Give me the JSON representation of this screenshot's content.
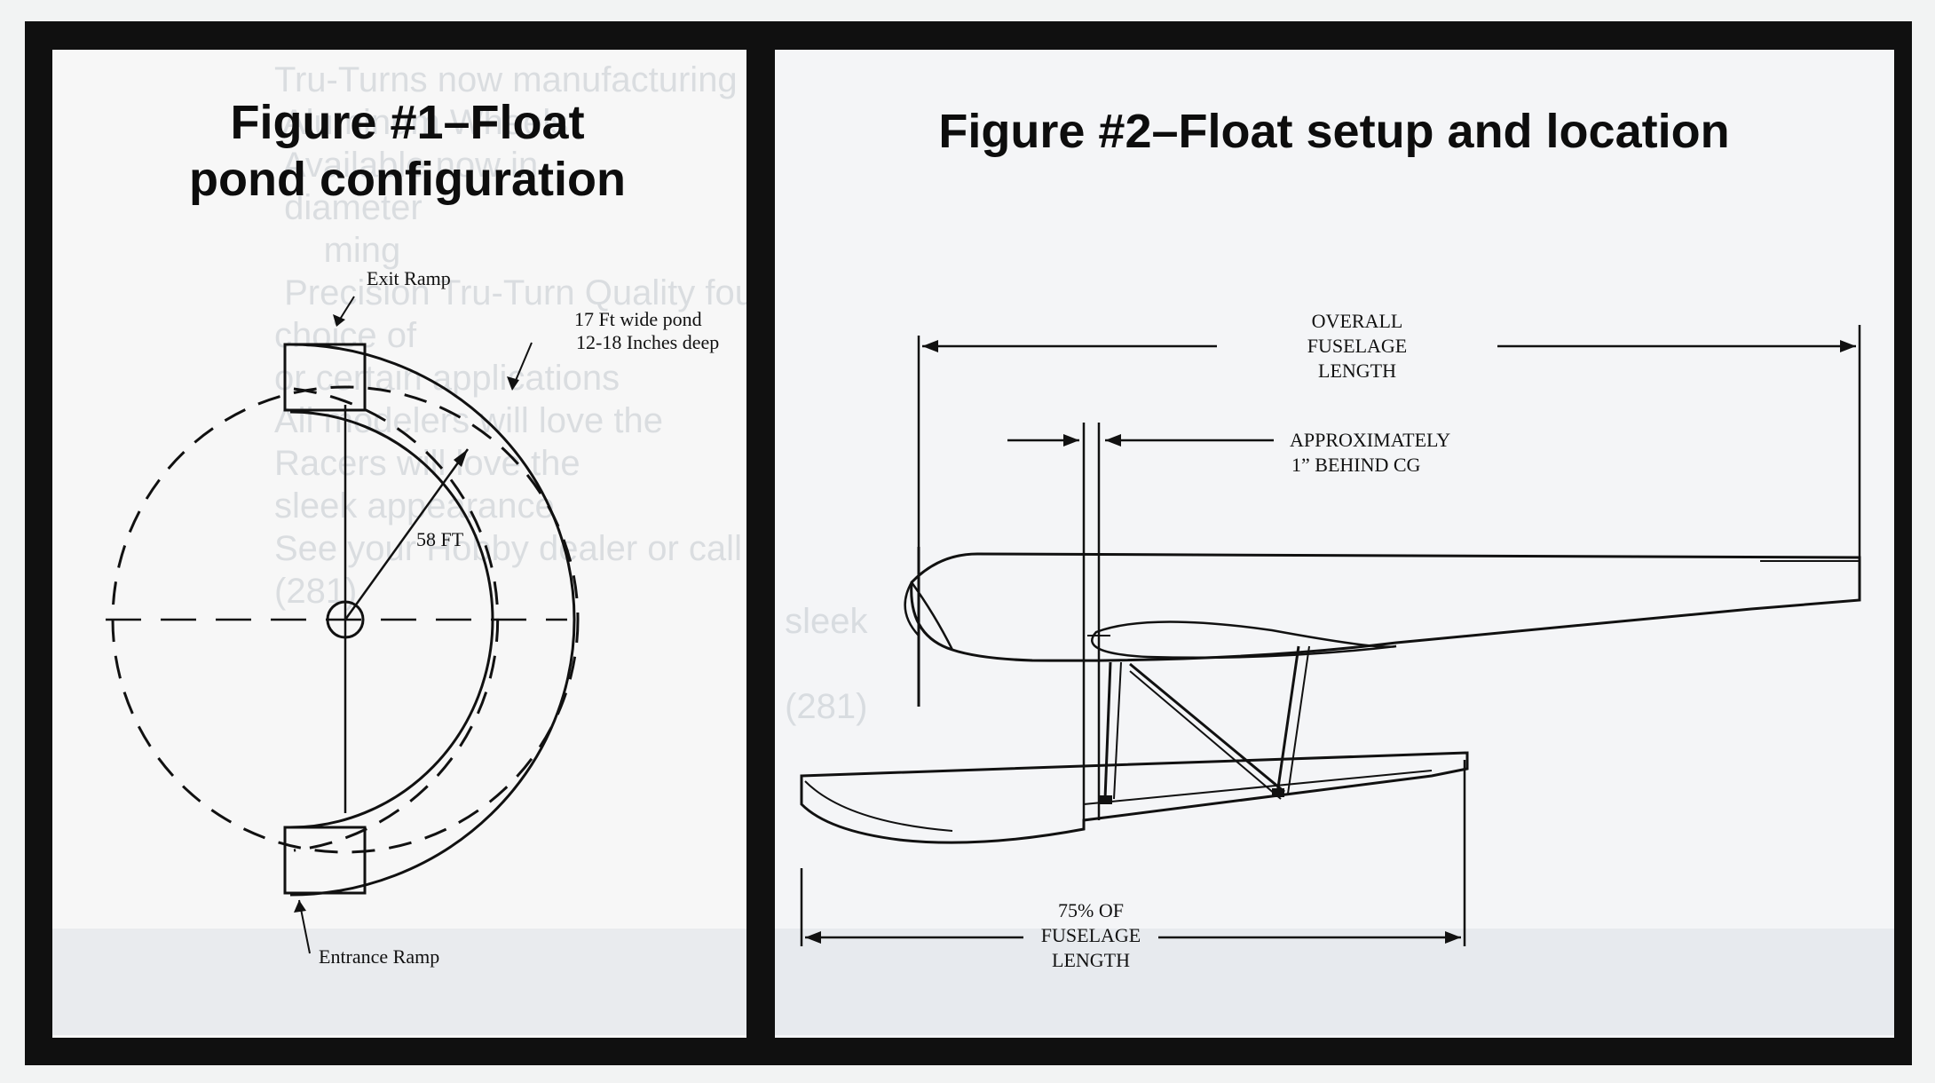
{
  "figure1": {
    "title_line1": "Figure #1–Float",
    "title_line2": "pond configuration",
    "labels": {
      "exit_ramp": "Exit Ramp",
      "pond_width": "17 Ft wide pond",
      "pond_depth": "12-18 Inches deep",
      "radius": "58 FT",
      "entrance_ramp": "Entrance Ramp"
    }
  },
  "figure2": {
    "title": "Figure #2–Float setup and location",
    "labels": {
      "overall_line1": "OVERALL",
      "overall_line2": "FUSELAGE",
      "overall_line3": "LENGTH",
      "approx_line1": "APPROXIMATELY",
      "approx_line2": "1” BEHIND CG",
      "pct_line1": "75% OF",
      "pct_line2": "FUSELAGE",
      "pct_line3": "LENGTH"
    }
  },
  "colors": {
    "frame": "#101010",
    "line": "#111111",
    "panel": "#f7f7f7"
  }
}
